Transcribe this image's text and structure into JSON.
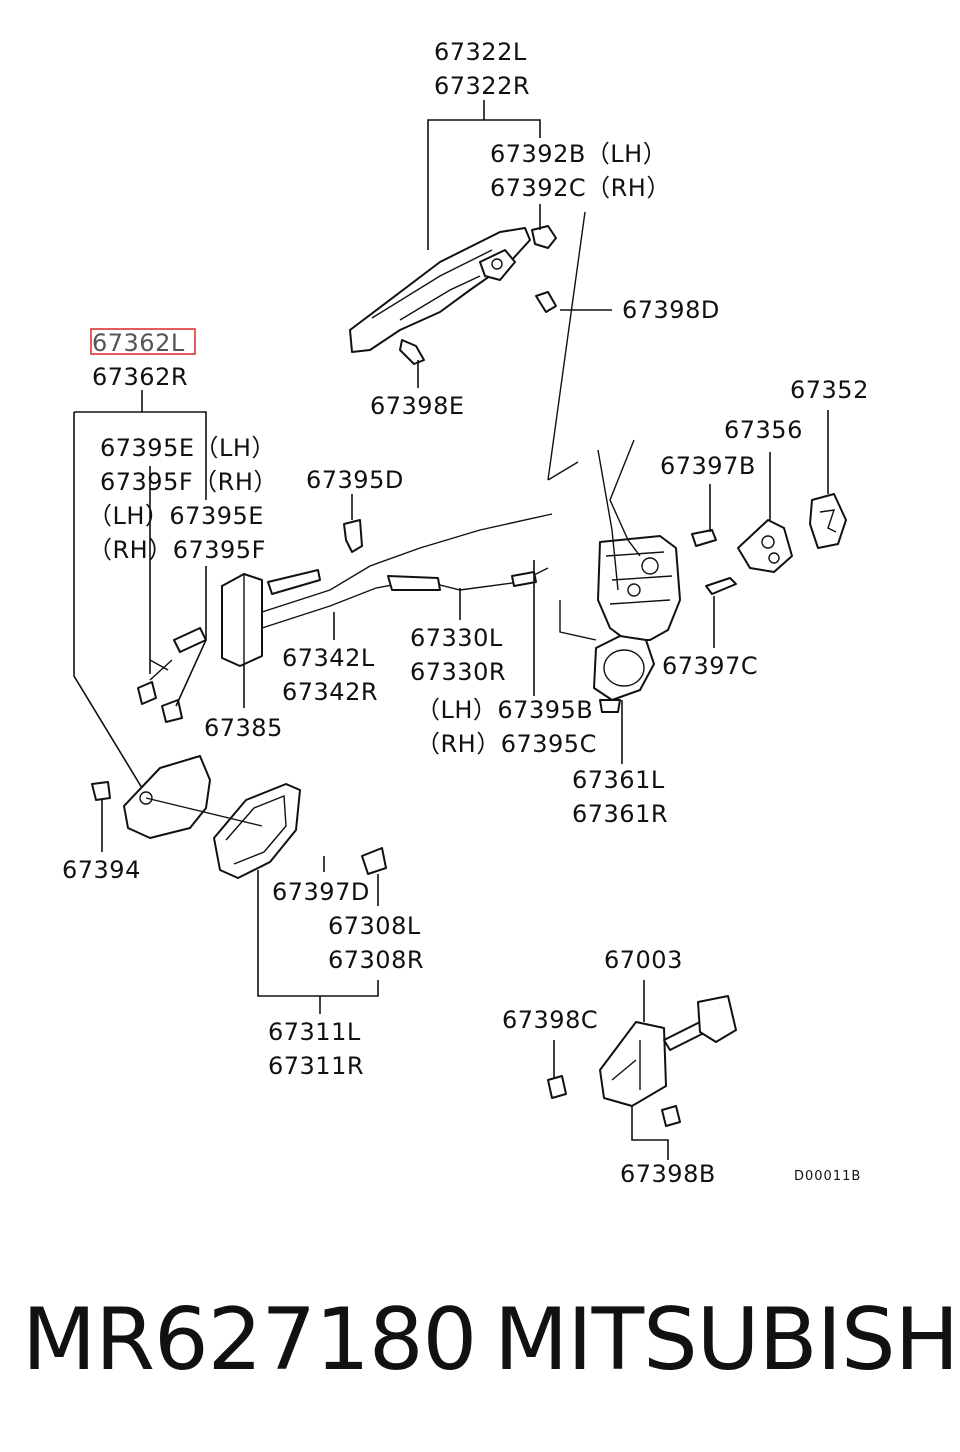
{
  "callouts": {
    "c67322": [
      "67322L",
      "67322R"
    ],
    "c67392": [
      "67392B（LH）",
      "67392C（RH）"
    ],
    "c67398D": "67398D",
    "c67398E": "67398E",
    "c67362": [
      "67362L",
      "67362R"
    ],
    "c67395EF": [
      "67395E（LH）",
      "67395F（RH）"
    ],
    "c67395EF_b": [
      "（LH）67395E",
      "（RH）67395F"
    ],
    "c67395D": "67395D",
    "c67352": "67352",
    "c67356": "67356",
    "c67397B": "67397B",
    "c67397C": "67397C",
    "c67342": [
      "67342L",
      "67342R"
    ],
    "c67330": [
      "67330L",
      "67330R"
    ],
    "c67385": "67385",
    "c67395BC": [
      "（LH）67395B",
      "（RH）67395C"
    ],
    "c67361": [
      "67361L",
      "67361R"
    ],
    "c67394": "67394",
    "c67397D": "67397D",
    "c67308": [
      "67308L",
      "67308R"
    ],
    "c67311": [
      "67311L",
      "67311R"
    ],
    "c67003": "67003",
    "c67398C": "67398C",
    "c67398B": "67398B"
  },
  "diagram_code": "D00011B",
  "highlighted_part": "67362L",
  "footer": {
    "part_number": "MR627180",
    "brand": "MITSUBISHI"
  },
  "colors": {
    "highlight": "#dd3333",
    "ink": "#111111"
  }
}
